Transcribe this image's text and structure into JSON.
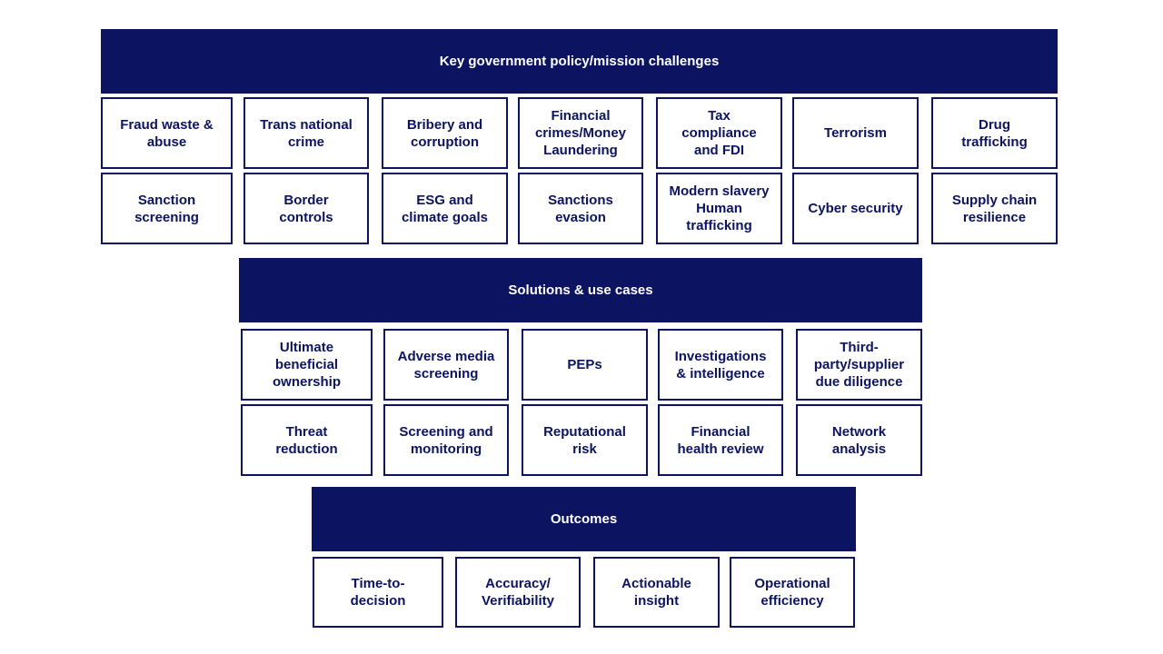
{
  "colors": {
    "primary": "#0c1461",
    "background": "#ffffff",
    "banner_text": "#ffffff"
  },
  "challenges": {
    "title": "Key government policy/mission challenges",
    "row1": [
      "Fraud waste &\nabuse",
      "Trans national\ncrime",
      "Bribery and\ncorruption",
      "Financial\ncrimes/Money\nLaundering",
      "Tax\ncompliance\nand FDI",
      "Terrorism",
      "Drug\ntrafficking"
    ],
    "row2": [
      "Sanction\nscreening",
      "Border\ncontrols",
      "ESG and\nclimate goals",
      "Sanctions\nevasion",
      "Modern slavery\nHuman\ntrafficking",
      "Cyber security",
      "Supply chain\nresilience"
    ]
  },
  "solutions": {
    "title": "Solutions & use cases",
    "row1": [
      "Ultimate\nbeneficial\nownership",
      "Adverse media\nscreening",
      "PEPs",
      "Investigations\n& intelligence",
      "Third-\nparty/supplier\ndue diligence"
    ],
    "row2": [
      "Threat\nreduction",
      "Screening and\nmonitoring",
      "Reputational\nrisk",
      "Financial\nhealth review",
      "Network\nanalysis"
    ]
  },
  "outcomes": {
    "title": "Outcomes",
    "row1": [
      "Time-to-\ndecision",
      "Accuracy/\nVerifiability",
      "Actionable\ninsight",
      "Operational\nefficiency"
    ]
  }
}
